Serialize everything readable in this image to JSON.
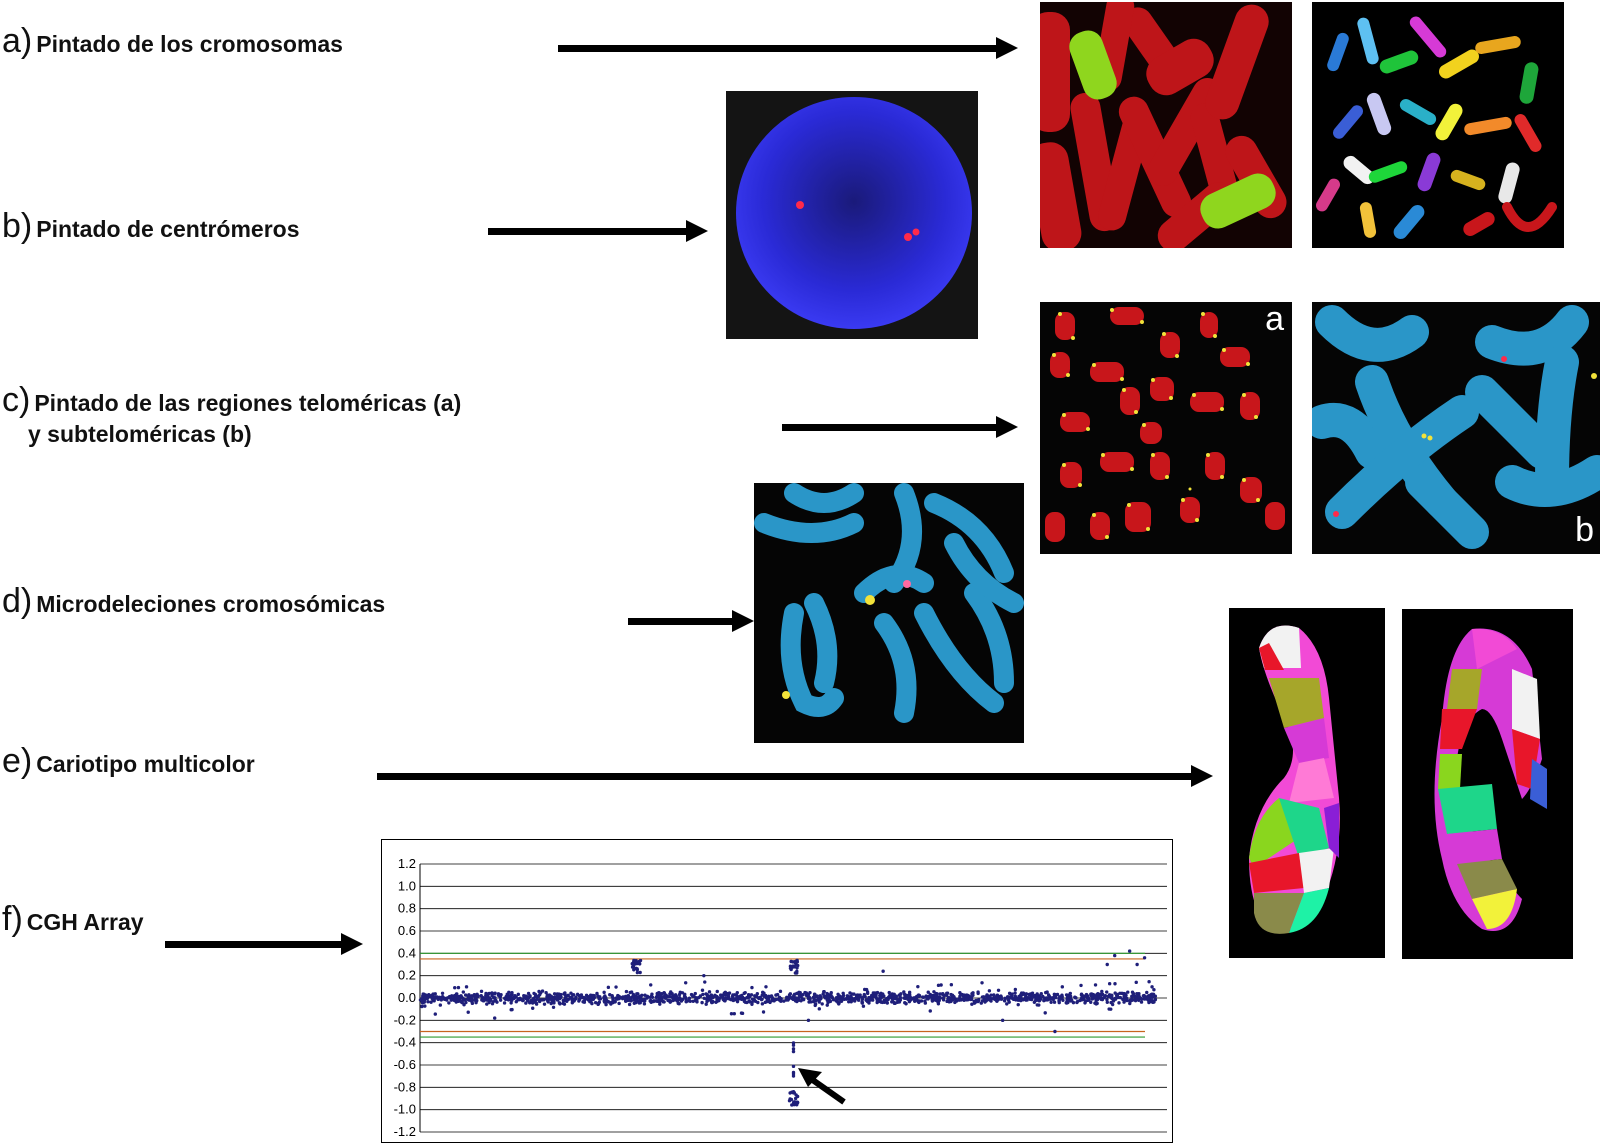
{
  "labels": {
    "a": {
      "letter": "a)",
      "text": "Pintado de los cromosomas"
    },
    "b": {
      "letter": "b)",
      "text": "Pintado de centrómeros"
    },
    "c": {
      "letter": "c)",
      "text": "Pintado de las regiones teloméricas (a)",
      "text2": "y subteloméricas (b)"
    },
    "d": {
      "letter": "d)",
      "text": "Microdeleciones cromosómicas"
    },
    "e": {
      "letter": "e)",
      "text": "Cariotipo multicolor"
    },
    "f": {
      "letter": "f)",
      "text": "CGH Array"
    }
  },
  "panel_tags": {
    "telomere": "a",
    "subtelomere": "b"
  },
  "colors": {
    "chrom_red": "#c8161b",
    "paint_green": "#8fd61e",
    "nucleus_blue": "#2a2ad6",
    "chrom_cyan": "#2a96c8",
    "probe_yellow": "#f2e23a",
    "probe_red": "#ff2a4a",
    "dot_navy": "#1f1f7a",
    "threshold_green": "#2e9a2e",
    "threshold_orange": "#c8641e"
  },
  "chart_data": {
    "type": "scatter",
    "yticks": [
      "1.2",
      "1.0",
      "0.8",
      "0.6",
      "0.4",
      "0.2",
      "0.0",
      "-0.2",
      "-0.4",
      "-0.6",
      "-0.8",
      "-1.0",
      "-1.2"
    ],
    "ylim": [
      -1.2,
      1.2
    ],
    "grid": true,
    "thresholds": [
      {
        "y": 0.4,
        "color": "#2e9a2e"
      },
      {
        "y": 0.35,
        "color": "#c8641e"
      },
      {
        "y": -0.3,
        "color": "#c8641e"
      },
      {
        "y": -0.35,
        "color": "#2e9a2e"
      }
    ],
    "highlights": [
      {
        "x": 0.29,
        "y": 0.28
      },
      {
        "x": 0.5,
        "y": 0.28
      },
      {
        "x": 0.5,
        "y": -0.9
      }
    ]
  }
}
